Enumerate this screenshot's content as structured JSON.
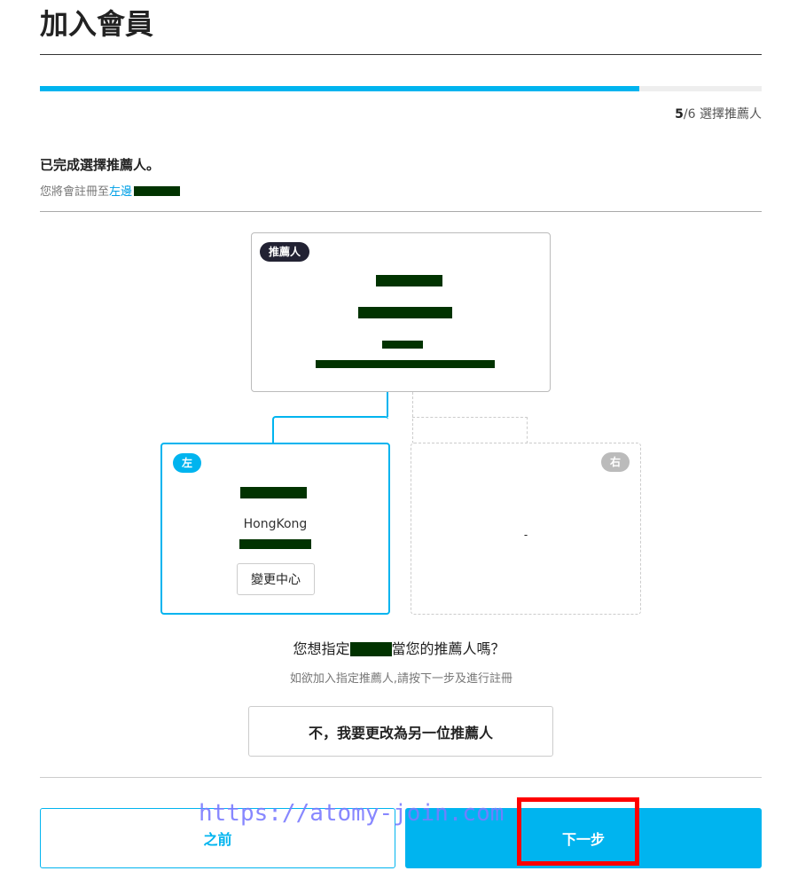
{
  "header": {
    "title": "加入會員"
  },
  "progress": {
    "current": 5,
    "total": 6,
    "percent": 83,
    "step_current": "5",
    "step_total": "/6",
    "step_label": "選擇推薦人"
  },
  "status": {
    "heading": "已完成選擇推薦人。",
    "sub_prefix": "您將會註冊至",
    "sub_side": "左邊"
  },
  "sponsor": {
    "badge": "推薦人"
  },
  "left": {
    "badge": "左",
    "city": "HongKong",
    "change_button": "變更中心"
  },
  "right": {
    "badge": "右",
    "placeholder": "-"
  },
  "question": {
    "prefix": "您想指定",
    "suffix": "當您的推薦人嗎？",
    "hint": "如欲加入指定推薦人,請按下一步及進行註冊"
  },
  "buttons": {
    "change_sponsor": "不，我要更改為另一位推薦人",
    "prev": "之前",
    "next": "下一步"
  },
  "watermark": "https://atomy-join.com",
  "colors": {
    "accent": "#00b4ef",
    "highlight": "#ff0000",
    "redaction": "#013300"
  }
}
